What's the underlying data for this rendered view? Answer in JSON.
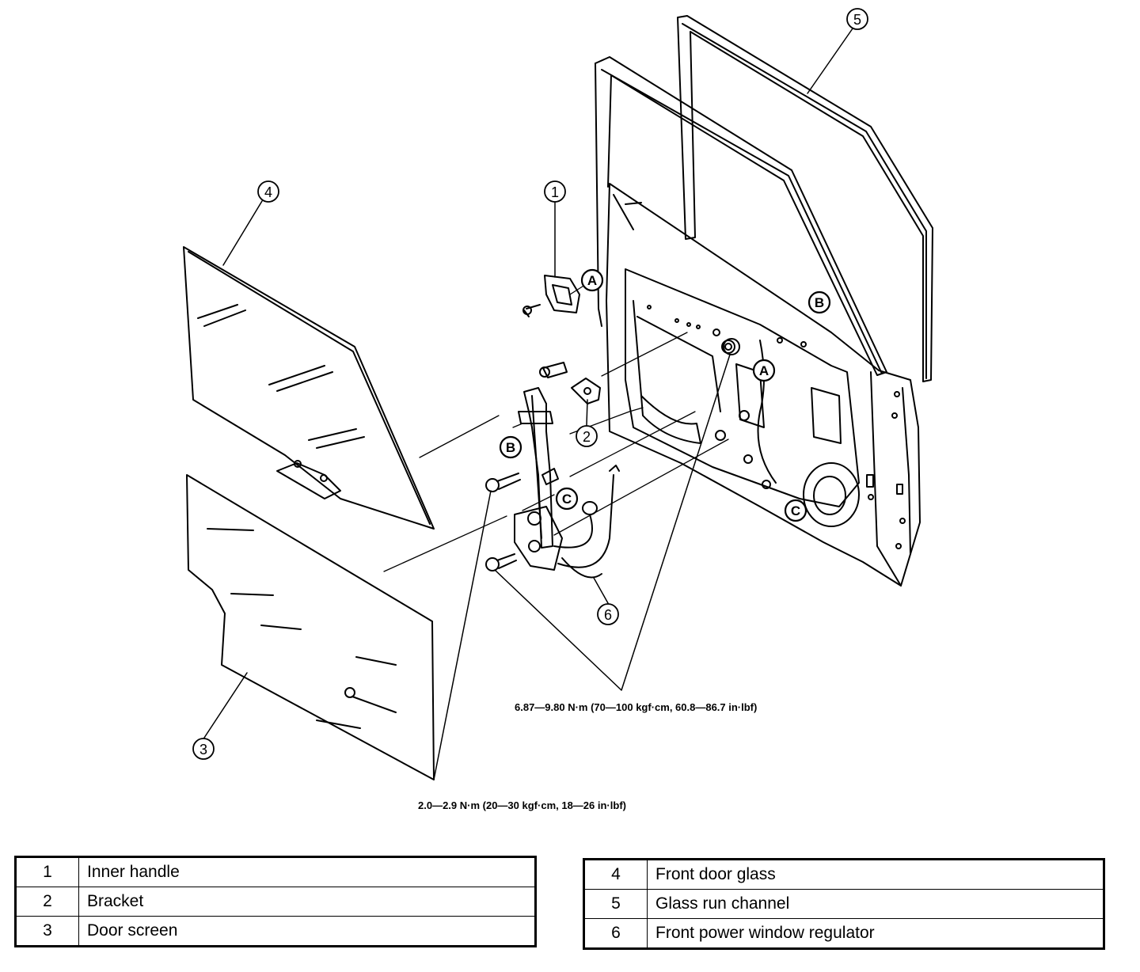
{
  "callouts": {
    "c1": "1",
    "c2": "2",
    "c3": "3",
    "c4": "4",
    "c5": "5",
    "c6": "6",
    "A": "A",
    "B": "B",
    "C": "C"
  },
  "torques": {
    "upper": "6.87—9.80 N·m (70—100 kgf·cm, 60.8—86.7 in·lbf)",
    "lower": "2.0—2.9 N·m (20—30 kgf·cm, 18—26 in·lbf)"
  },
  "legend": {
    "left": [
      {
        "num": "1",
        "name": "Inner handle"
      },
      {
        "num": "2",
        "name": "Bracket"
      },
      {
        "num": "3",
        "name": "Door screen"
      }
    ],
    "right": [
      {
        "num": "4",
        "name": "Front door glass"
      },
      {
        "num": "5",
        "name": "Glass run channel"
      },
      {
        "num": "6",
        "name": "Front power window regulator"
      }
    ]
  }
}
